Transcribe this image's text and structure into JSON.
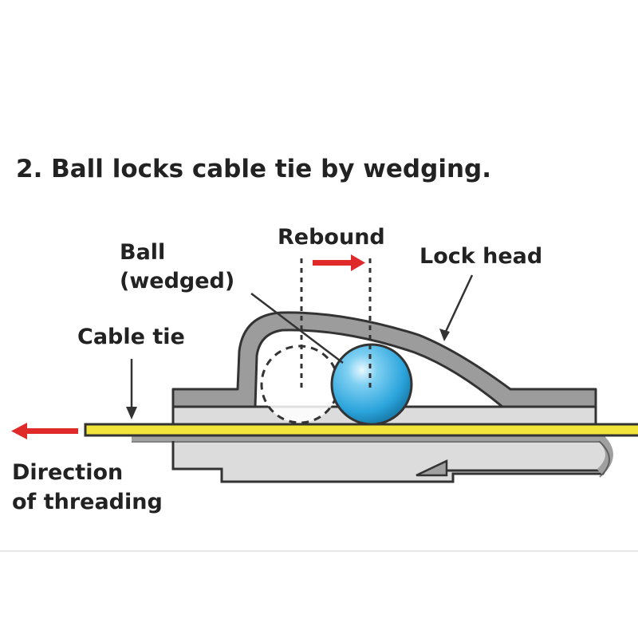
{
  "title": "2. Ball locks cable tie by wedging.",
  "labels": {
    "rebound": "Rebound",
    "lock_head": "Lock head",
    "ball_line1": "Ball",
    "ball_line2": "(wedged)",
    "cable_tie": "Cable tie",
    "direction_line1": "Direction",
    "direction_line2": "of threading"
  },
  "colors": {
    "arrow_red": "#e02a2a",
    "cable_tie_yellow": "#f2e43a",
    "ball_blue": "#2ba4dc",
    "housing_gray": "#9c9c9c",
    "housing_light": "#dcdcdc",
    "outline": "#333333"
  }
}
